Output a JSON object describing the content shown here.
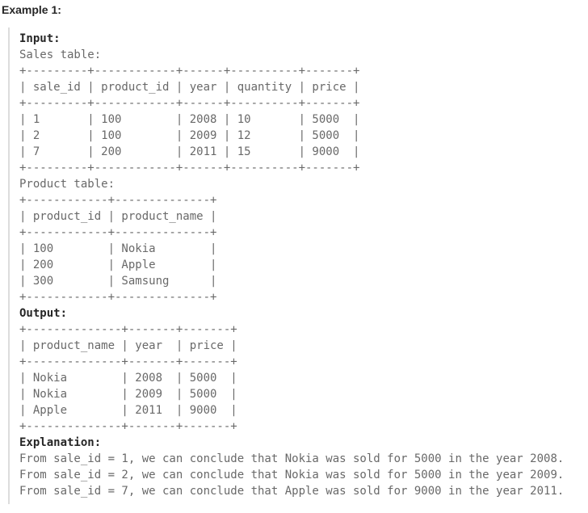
{
  "heading": "Example 1:",
  "labels": {
    "input": "Input:",
    "output": "Output:",
    "explanation": "Explanation:"
  },
  "tables": {
    "sales": {
      "caption": "Sales table:",
      "headers": [
        "sale_id",
        "product_id",
        "year",
        "quantity",
        "price"
      ],
      "widths": [
        9,
        12,
        6,
        10,
        7
      ],
      "rows": [
        [
          "1",
          "100",
          "2008",
          "10",
          "5000"
        ],
        [
          "2",
          "100",
          "2009",
          "12",
          "5000"
        ],
        [
          "7",
          "200",
          "2011",
          "15",
          "9000"
        ]
      ]
    },
    "product": {
      "caption": "Product table:",
      "headers": [
        "product_id",
        "product_name"
      ],
      "widths": [
        12,
        14
      ],
      "rows": [
        [
          "100",
          "Nokia"
        ],
        [
          "200",
          "Apple"
        ],
        [
          "300",
          "Samsung"
        ]
      ]
    },
    "output": {
      "headers": [
        "product_name",
        "year",
        "price"
      ],
      "widths": [
        14,
        7,
        7
      ],
      "rows": [
        [
          "Nokia",
          "2008",
          "5000"
        ],
        [
          "Nokia",
          "2009",
          "5000"
        ],
        [
          "Apple",
          "2011",
          "9000"
        ]
      ]
    }
  },
  "explanation": {
    "lines": [
      "From sale_id = 1, we can conclude that Nokia was sold for 5000 in the year 2008.",
      "From sale_id = 2, we can conclude that Nokia was sold for 5000 in the year 2009.",
      "From sale_id = 7, we can conclude that Apple was sold for 9000 in the year 2011."
    ]
  },
  "colors": {
    "text_primary": "#262626",
    "text_code": "#696969",
    "block_border": "#dddddd",
    "page_bg": "#ffffff"
  }
}
